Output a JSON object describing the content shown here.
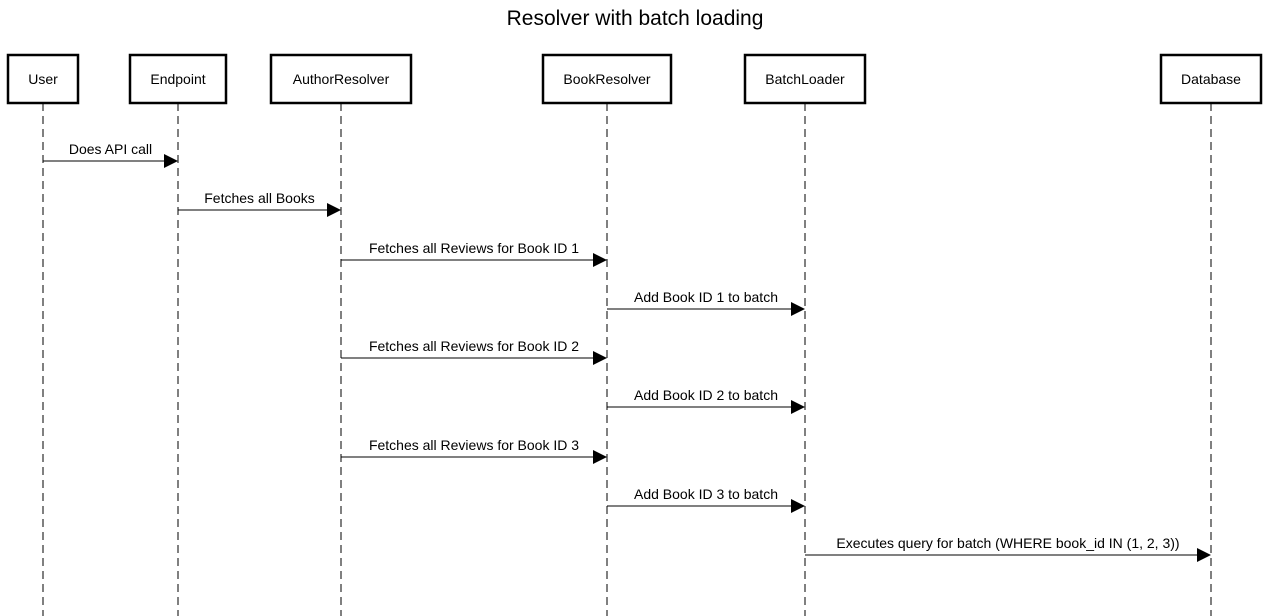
{
  "title": "Resolver with batch loading",
  "participants": [
    {
      "id": "user",
      "label": "User"
    },
    {
      "id": "endpoint",
      "label": "Endpoint"
    },
    {
      "id": "author",
      "label": "AuthorResolver"
    },
    {
      "id": "book",
      "label": "BookResolver"
    },
    {
      "id": "batch",
      "label": "BatchLoader"
    },
    {
      "id": "db",
      "label": "Database"
    }
  ],
  "messages": [
    {
      "from": "user",
      "to": "endpoint",
      "label": "Does API call"
    },
    {
      "from": "endpoint",
      "to": "author",
      "label": "Fetches all Books"
    },
    {
      "from": "author",
      "to": "book",
      "label": "Fetches all Reviews for Book ID 1"
    },
    {
      "from": "book",
      "to": "batch",
      "label": "Add Book ID 1 to batch"
    },
    {
      "from": "author",
      "to": "book",
      "label": "Fetches all Reviews for Book ID 2"
    },
    {
      "from": "book",
      "to": "batch",
      "label": "Add Book ID 2 to batch"
    },
    {
      "from": "author",
      "to": "book",
      "label": "Fetches all Reviews for Book ID 3"
    },
    {
      "from": "book",
      "to": "batch",
      "label": "Add Book ID 3 to batch"
    },
    {
      "from": "batch",
      "to": "db",
      "label": "Executes query for batch (WHERE book_id IN (1, 2, 3))"
    }
  ]
}
